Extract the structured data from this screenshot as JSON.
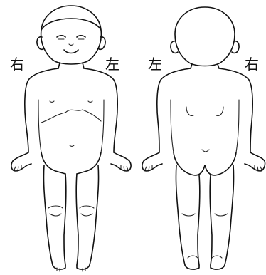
{
  "labels": {
    "front_right": "右",
    "front_left": "左",
    "back_left": "左",
    "back_right": "右"
  },
  "colors": {
    "outline": "#111111",
    "background": "#ffffff"
  }
}
